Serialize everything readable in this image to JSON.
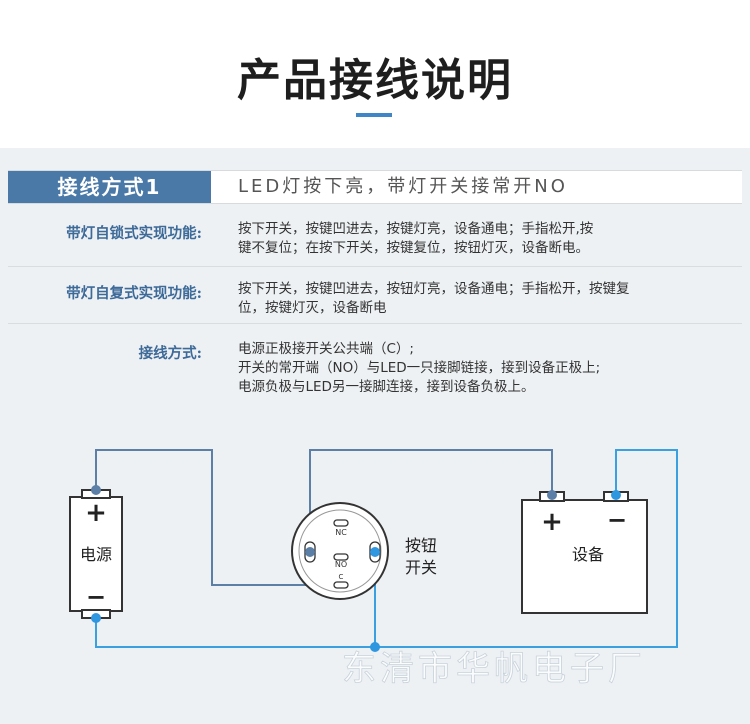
{
  "header": {
    "title": "产品接线说明"
  },
  "method": {
    "tab": "接线方式1",
    "desc": "LED灯按下亮，带灯开关接常开NO"
  },
  "rows": [
    {
      "label": "带灯自锁式实现功能:",
      "lines": [
        "按下开关，按键凹进去，按键灯亮，设备通电；手指松开,按",
        "键不复位；在按下开关，按键复位，按钮灯灭，设备断电。"
      ]
    },
    {
      "label": "带灯自复式实现功能:",
      "lines": [
        "按下开关，按键凹进去，按钮灯亮，设备通电；手指松开，按键复",
        "位，按键灯灭，设备断电"
      ]
    },
    {
      "label": "接线方式:",
      "lines": [
        "电源正极接开关公共端（C）;",
        "开关的常开端（NO）与LED一只接脚链接，接到设备正极上;",
        "电源负极与LED另一接脚连接，接到设备负极上。"
      ]
    }
  ],
  "diagram": {
    "power": {
      "label": "电源",
      "plus": "+",
      "minus": "−"
    },
    "button": {
      "nc": "NC",
      "no": "NO",
      "c": "C",
      "label_line1": "按钮",
      "label_line2": "开关"
    },
    "device": {
      "label": "设备",
      "plus": "+",
      "minus": "−"
    },
    "watermark": "东清市华帆电子厂",
    "colors": {
      "wire_dark": "#5b7fa6",
      "wire_light": "#3ba0e0",
      "node_dark": "#5b7fa6",
      "node_light": "#2f97e0"
    }
  }
}
